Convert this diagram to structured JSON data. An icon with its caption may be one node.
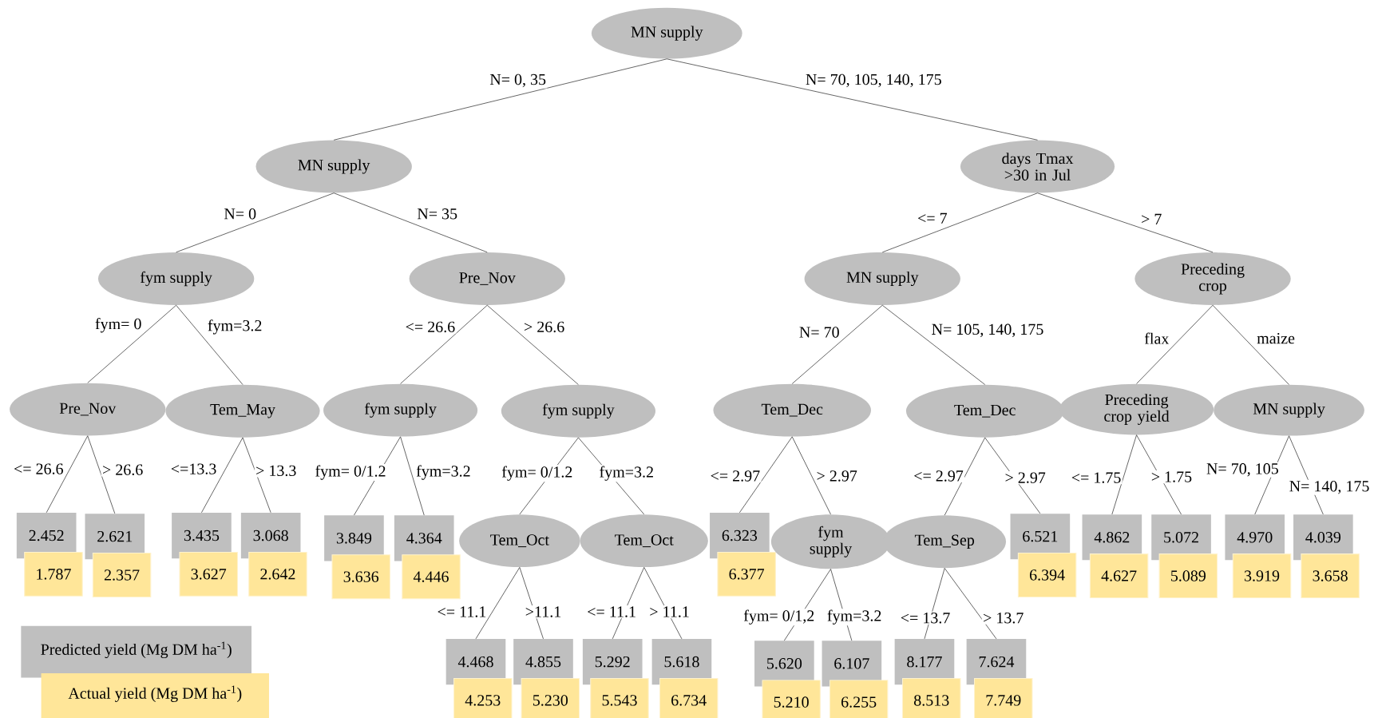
{
  "diagram": {
    "nodes": [
      {
        "text": [
          "MN supply"
        ]
      },
      {
        "text": [
          "MN supply"
        ]
      },
      {
        "text": [
          "days Tmax >30 in Jul"
        ]
      },
      {
        "text": [
          "fym supply"
        ]
      },
      {
        "text": [
          "Pre_Nov"
        ]
      },
      {
        "text": [
          "MN supply"
        ]
      },
      {
        "text": [
          "Preceding crop"
        ]
      },
      {
        "text": [
          "Pre_Nov"
        ]
      },
      {
        "text": [
          "Tem_May"
        ]
      },
      {
        "text": [
          "fym supply"
        ]
      },
      {
        "text": [
          "fym supply"
        ]
      },
      {
        "text": [
          "Tem_Dec"
        ]
      },
      {
        "text": [
          "Tem_Dec"
        ]
      },
      {
        "text": [
          "Preceding crop yield"
        ]
      },
      {
        "text": [
          "MN supply"
        ]
      },
      {
        "text": [
          "2.452",
          "1.787"
        ]
      },
      {
        "text": [
          "2.621",
          "2.357"
        ]
      },
      {
        "text": [
          "3.435",
          "3.627"
        ]
      },
      {
        "text": [
          "3.068",
          "2.642"
        ]
      },
      {
        "text": [
          "3.849",
          "3.636"
        ]
      },
      {
        "text": [
          "4.364",
          "4.446"
        ]
      },
      {
        "text": [
          "Tem_Oct"
        ]
      },
      {
        "text": [
          "Tem_Oct"
        ]
      },
      {
        "text": [
          "6.323",
          "6.377"
        ]
      },
      {
        "text": [
          "fym supply"
        ]
      },
      {
        "text": [
          "Tem_Sep"
        ]
      },
      {
        "text": [
          "6.521",
          "6.394"
        ]
      },
      {
        "text": [
          "4.862",
          "4.627"
        ]
      },
      {
        "text": [
          "5.072",
          "5.089"
        ]
      },
      {
        "text": [
          "4.970",
          "3.919"
        ]
      },
      {
        "text": [
          "4.039",
          "3.658"
        ]
      },
      {
        "text": [
          "4.468",
          "4.253"
        ]
      },
      {
        "text": [
          "4.855",
          "5.230"
        ]
      },
      {
        "text": [
          "5.292",
          "5.543"
        ]
      },
      {
        "text": [
          "5.618",
          "6.734"
        ]
      },
      {
        "text": [
          "5.620",
          "5.210"
        ]
      },
      {
        "text": [
          "6.107",
          "6.255"
        ]
      },
      {
        "text": [
          "8.177",
          "8.513"
        ]
      },
      {
        "text": [
          "7.624",
          "7.749"
        ]
      }
    ],
    "edges": [
      {
        "from": 0,
        "to": 1,
        "arrow": "none",
        "label": "N= 0, 35"
      },
      {
        "from": 0,
        "to": 2,
        "arrow": "none",
        "label": "N= 70, 105, 140, 175"
      },
      {
        "from": 1,
        "to": 3,
        "arrow": "none",
        "label": "N= 0"
      },
      {
        "from": 1,
        "to": 4,
        "arrow": "none",
        "label": "N= 35"
      },
      {
        "from": 2,
        "to": 5,
        "arrow": "none",
        "label": "<= 7"
      },
      {
        "from": 2,
        "to": 6,
        "arrow": "none",
        "label": "> 7"
      },
      {
        "from": 3,
        "to": 7,
        "arrow": "none",
        "label": "fym= 0"
      },
      {
        "from": 3,
        "to": 8,
        "arrow": "none",
        "label": "fym=3.2"
      },
      {
        "from": 4,
        "to": 9,
        "arrow": "none",
        "label": "<= 26.6"
      },
      {
        "from": 4,
        "to": 10,
        "arrow": "none",
        "label": "> 26.6"
      },
      {
        "from": 5,
        "to": 11,
        "arrow": "none",
        "label": "N= 70"
      },
      {
        "from": 5,
        "to": 12,
        "arrow": "none",
        "label": "N= 105, 140, 175"
      },
      {
        "from": 6,
        "to": 13,
        "arrow": "none",
        "label": "flax"
      },
      {
        "from": 6,
        "to": 14,
        "arrow": "none",
        "label": "maize"
      },
      {
        "from": 7,
        "to": 15,
        "arrow": "none",
        "label": "<= 26.6"
      },
      {
        "from": 7,
        "to": 16,
        "arrow": "none",
        "label": "> 26.6"
      },
      {
        "from": 8,
        "to": 17,
        "arrow": "none",
        "label": "<=13.3"
      },
      {
        "from": 8,
        "to": 18,
        "arrow": "none",
        "label": "> 13.3"
      },
      {
        "from": 9,
        "to": 19,
        "arrow": "none",
        "label": "fym= 0/1.2"
      },
      {
        "from": 9,
        "to": 20,
        "arrow": "none",
        "label": "fym=3.2"
      },
      {
        "from": 10,
        "to": 21,
        "arrow": "none",
        "label": "fym= 0/1.2"
      },
      {
        "from": 10,
        "to": 22,
        "arrow": "none",
        "label": "fym=3.2"
      },
      {
        "from": 11,
        "to": 23,
        "arrow": "none",
        "label": "<= 2.97"
      },
      {
        "from": 11,
        "to": 24,
        "arrow": "none",
        "label": "> 2.97"
      },
      {
        "from": 12,
        "to": 25,
        "arrow": "none",
        "label": "<= 2.97"
      },
      {
        "from": 12,
        "to": 26,
        "arrow": "none",
        "label": "> 2.97"
      },
      {
        "from": 13,
        "to": 27,
        "arrow": "none",
        "label": "<= 1.75"
      },
      {
        "from": 13,
        "to": 28,
        "arrow": "none",
        "label": "> 1.75"
      },
      {
        "from": 14,
        "to": 29,
        "arrow": "none",
        "label": "N= 70, 105"
      },
      {
        "from": 14,
        "to": 30,
        "arrow": "none",
        "label": "N= 140, 175"
      },
      {
        "from": 21,
        "to": 31,
        "arrow": "none",
        "label": "<= 11.1"
      },
      {
        "from": 21,
        "to": 32,
        "arrow": "none",
        "label": ">11.1"
      },
      {
        "from": 22,
        "to": 33,
        "arrow": "none",
        "label": "<= 11.1"
      },
      {
        "from": 22,
        "to": 34,
        "arrow": "none",
        "label": "> 11.1"
      },
      {
        "from": 24,
        "to": 35,
        "arrow": "none",
        "label": "fym= 0/1,2"
      },
      {
        "from": 24,
        "to": 36,
        "arrow": "none",
        "label": "fym=3.2"
      },
      {
        "from": 25,
        "to": 37,
        "arrow": "none",
        "label": "<= 13.7"
      },
      {
        "from": 25,
        "to": 38,
        "arrow": "none",
        "label": "> 13.7"
      }
    ],
    "legend": [
      {
        "text": "Predicted yield (Mg DM ha$^{-1}$)",
        "color": "#bfbfbf"
      },
      {
        "text": "Actual yield (Mg DM ha$^{-1}$)",
        "color": "#ffe699"
      }
    ]
  }
}
